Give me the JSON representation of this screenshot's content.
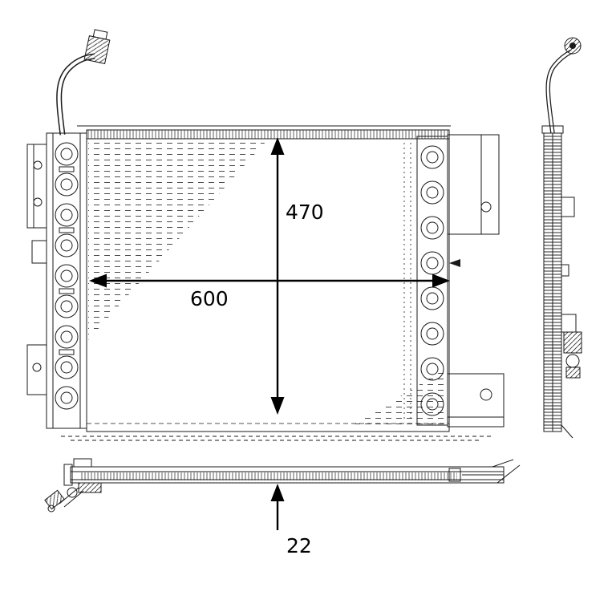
{
  "diagram": {
    "dimensions": {
      "height": "470",
      "width": "600",
      "depth": "22"
    },
    "colors": {
      "line": "#1a1a1a",
      "dimension": "#000000",
      "background": "#ffffff"
    }
  }
}
